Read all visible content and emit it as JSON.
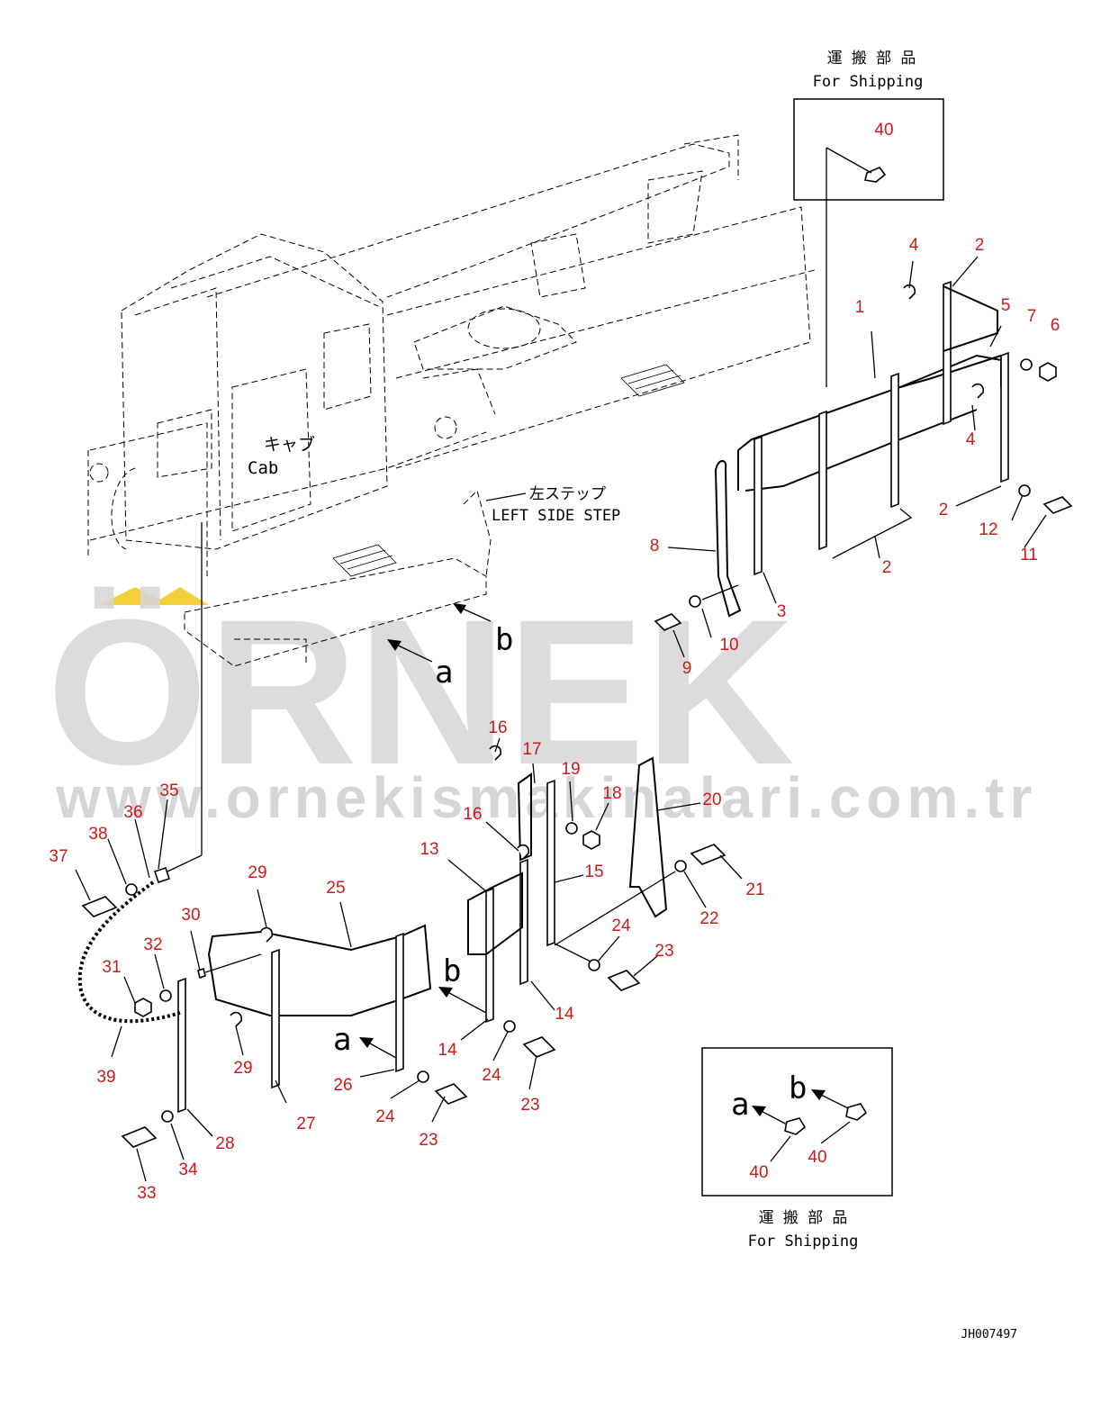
{
  "watermark": {
    "brand": "ÖRNEK",
    "url": "www.ornekismakinalari.com.tr",
    "color": "#d6d6d9",
    "accent": "#f3cf3a"
  },
  "callout_color": "#cc1a1a",
  "labels": {
    "cab_jp": "キャブ",
    "cab_en": "Cab",
    "step_jp": "左ステップ",
    "step_en": "LEFT SIDE STEP",
    "shipping_top_jp": "運 搬 部 品",
    "shipping_top_en": "For Shipping",
    "shipping_bottom_jp": "運 搬 部 品",
    "shipping_bottom_en": "For Shipping",
    "view_a": "a",
    "view_b": "b",
    "drawing_no": "JH007497"
  },
  "callouts": [
    {
      "id": "c40-top",
      "text": "40"
    },
    {
      "id": "c4a",
      "text": "4"
    },
    {
      "id": "c2a",
      "text": "2"
    },
    {
      "id": "c1",
      "text": "1"
    },
    {
      "id": "c5",
      "text": "5"
    },
    {
      "id": "c7",
      "text": "7"
    },
    {
      "id": "c6",
      "text": "6"
    },
    {
      "id": "c4b",
      "text": "4"
    },
    {
      "id": "c2b",
      "text": "2"
    },
    {
      "id": "c12",
      "text": "12"
    },
    {
      "id": "c11",
      "text": "11"
    },
    {
      "id": "c2c",
      "text": "2"
    },
    {
      "id": "c8",
      "text": "8"
    },
    {
      "id": "c3",
      "text": "3"
    },
    {
      "id": "c10",
      "text": "10"
    },
    {
      "id": "c9",
      "text": "9"
    },
    {
      "id": "c16a",
      "text": "16"
    },
    {
      "id": "c17",
      "text": "17"
    },
    {
      "id": "c19",
      "text": "19"
    },
    {
      "id": "c18",
      "text": "18"
    },
    {
      "id": "c20",
      "text": "20"
    },
    {
      "id": "c16b",
      "text": "16"
    },
    {
      "id": "c13",
      "text": "13"
    },
    {
      "id": "c15",
      "text": "15"
    },
    {
      "id": "c21",
      "text": "21"
    },
    {
      "id": "c22",
      "text": "22"
    },
    {
      "id": "c24a",
      "text": "24"
    },
    {
      "id": "c23a",
      "text": "23"
    },
    {
      "id": "c35",
      "text": "35"
    },
    {
      "id": "c36",
      "text": "36"
    },
    {
      "id": "c38",
      "text": "38"
    },
    {
      "id": "c37",
      "text": "37"
    },
    {
      "id": "c29a",
      "text": "29"
    },
    {
      "id": "c25",
      "text": "25"
    },
    {
      "id": "c30",
      "text": "30"
    },
    {
      "id": "c32",
      "text": "32"
    },
    {
      "id": "c31",
      "text": "31"
    },
    {
      "id": "c39",
      "text": "39"
    },
    {
      "id": "c29b",
      "text": "29"
    },
    {
      "id": "c14a",
      "text": "14"
    },
    {
      "id": "c14b",
      "text": "14"
    },
    {
      "id": "c24b",
      "text": "24"
    },
    {
      "id": "c23b",
      "text": "23"
    },
    {
      "id": "c26",
      "text": "26"
    },
    {
      "id": "c24c",
      "text": "24"
    },
    {
      "id": "c23c",
      "text": "23"
    },
    {
      "id": "c27",
      "text": "27"
    },
    {
      "id": "c28",
      "text": "28"
    },
    {
      "id": "c34",
      "text": "34"
    },
    {
      "id": "c33",
      "text": "33"
    },
    {
      "id": "c40-a",
      "text": "40"
    },
    {
      "id": "c40-b",
      "text": "40"
    }
  ]
}
